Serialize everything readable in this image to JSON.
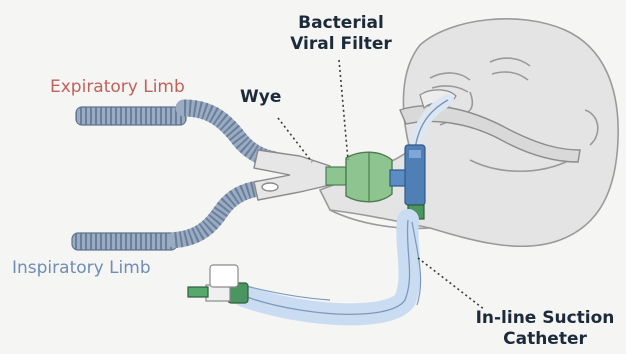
{
  "labels": {
    "expiratory_limb": "Expiratory Limb",
    "inspiratory_limb": "Inspiratory Limb",
    "wye": "Wye",
    "bacterial_viral_filter_line1": "Bacterial",
    "bacterial_viral_filter_line2": "Viral Filter",
    "inline_suction_line1": "In-line Suction",
    "inline_suction_line2": "Catheter"
  },
  "colors": {
    "background": "#f5f5f4",
    "expiratory_label": "#c0615b",
    "inspiratory_label": "#6f8db5",
    "label_text": "#1c2a3a",
    "tubing": "#8fa3bd",
    "filter_green": "#8ec48f",
    "connector_blue": "#4f7fb5",
    "suction_sleeve": "#c9dcf1",
    "face_fill": "#e3e3e3"
  },
  "icons": [
    "patient-face",
    "corrugated-tube",
    "wye-connector",
    "bacterial-viral-filter",
    "endotracheal-tube",
    "suction-catheter"
  ]
}
